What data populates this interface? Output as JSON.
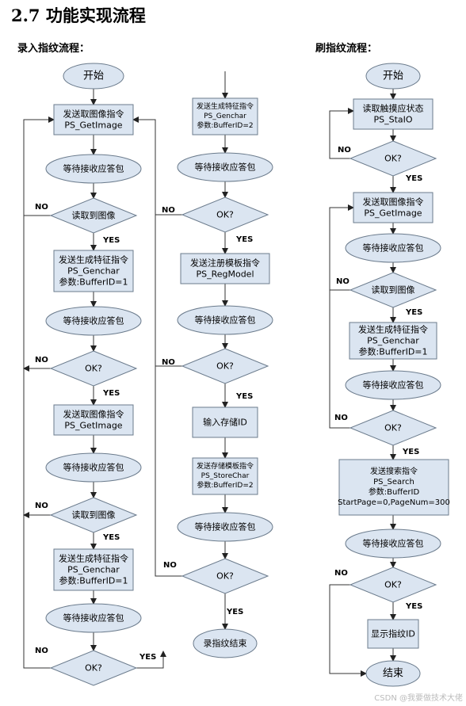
{
  "title": "2.7 功能实现流程",
  "subtitle_left": "录入指纹流程：",
  "subtitle_right": "刷指纹流程：",
  "watermark": "CSDN @我要做技术大佬",
  "labels": {
    "yes": "YES",
    "no": "NO"
  },
  "col1": {
    "start": "开始",
    "send_getimage_1": [
      "发送取图像指令",
      "PS_GetImage"
    ],
    "wait_1": "等待接收应答包",
    "read_image_1": "读取到图像",
    "genchar_1": [
      "发送生成特征指令",
      "PS_Genchar",
      "参数:BufferID=1"
    ],
    "wait_2": "等待接收应答包",
    "ok_1": "OK?",
    "send_getimage_2": [
      "发送取图像指令",
      "PS_GetImage"
    ],
    "wait_3": "等待接收应答包",
    "read_image_2": "读取到图像",
    "genchar_2": [
      "发送生成特征指令",
      "PS_Genchar",
      "参数:BufferID=1"
    ],
    "wait_4": "等待接收应答包",
    "ok_2": "OK?"
  },
  "col2": {
    "genchar_3": [
      "发送生成特征指令",
      "PS_Genchar",
      "参数:BufferID=2"
    ],
    "wait_1": "等待接收应答包",
    "ok_1": "OK?",
    "regmodel": [
      "发送注册模板指令",
      "PS_RegModel"
    ],
    "wait_2": "等待接收应答包",
    "ok_2": "OK?",
    "input_id": "输入存储ID",
    "storechar": [
      "发送存储模板指令",
      "PS_StoreChar",
      "参数:BufferID=2"
    ],
    "wait_3": "等待接收应答包",
    "ok_3": "OK?",
    "end": "录指纹结束"
  },
  "col3": {
    "start": "开始",
    "read_state": [
      "读取触摸应状态",
      "PS_StaIO"
    ],
    "ok_1": "OK?",
    "send_getimage": [
      "发送取图像指令",
      "PS_GetImage"
    ],
    "wait_1": "等待接收应答包",
    "read_image": "读取到图像",
    "genchar": [
      "发送生成特征指令",
      "PS_Genchar",
      "参数:BufferID=1"
    ],
    "wait_2": "等待接收应答包",
    "ok_2": "OK?",
    "search": [
      "发送搜索指令",
      "PS_Search",
      "参数:BufferID",
      "StartPage=0,PageNum=300"
    ],
    "wait_3": "等待接收应答包",
    "ok_3": "OK?",
    "show_id": "显示指纹ID",
    "end": "结束"
  }
}
